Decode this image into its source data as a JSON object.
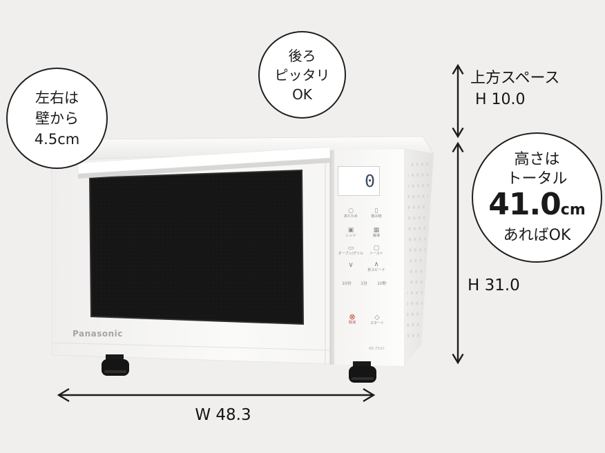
{
  "callouts": {
    "side_clearance": {
      "lines": [
        "左右は",
        "壁から",
        "4.5cm"
      ]
    },
    "back_clearance": {
      "lines": [
        "後ろ",
        "ピッタリ",
        "OK"
      ]
    },
    "total_height": {
      "line1": "高さは",
      "line2": "トータル",
      "value": "41.0",
      "unit": "cm",
      "line3": "あればOK"
    }
  },
  "dimensions": {
    "upper_space_label": "上方スペース",
    "upper_space_value": "H 10.0",
    "body_height": "H 31.0",
    "body_width": "W 48.3"
  },
  "microwave": {
    "brand": "Panasonic",
    "model": "NE-FS3C",
    "display_value": "0",
    "panel": {
      "buttons": [
        {
          "label": "あたため"
        },
        {
          "label": "飲み物"
        },
        {
          "label": "レンジ"
        },
        {
          "label": "解凍"
        },
        {
          "label": "オーブン/グリル"
        },
        {
          "label": "トースト"
        }
      ],
      "speed_label": "秒スピード",
      "time_buttons": [
        "10分",
        "1分",
        "10秒"
      ],
      "cancel_label": "取消",
      "start_label": "スタート"
    }
  },
  "icons": {
    "warm": "○",
    "drink": "▯",
    "range": "▣",
    "defrost": "▦",
    "oven_grill": "▭",
    "toast": "▢",
    "down": "∨",
    "up": "∧",
    "cancel": "⊗",
    "start": "◇"
  },
  "colors": {
    "background": "#f0efee",
    "line": "#1c1c1c",
    "cancel_red": "#c23b31",
    "display_digit": "#3e4e63"
  }
}
